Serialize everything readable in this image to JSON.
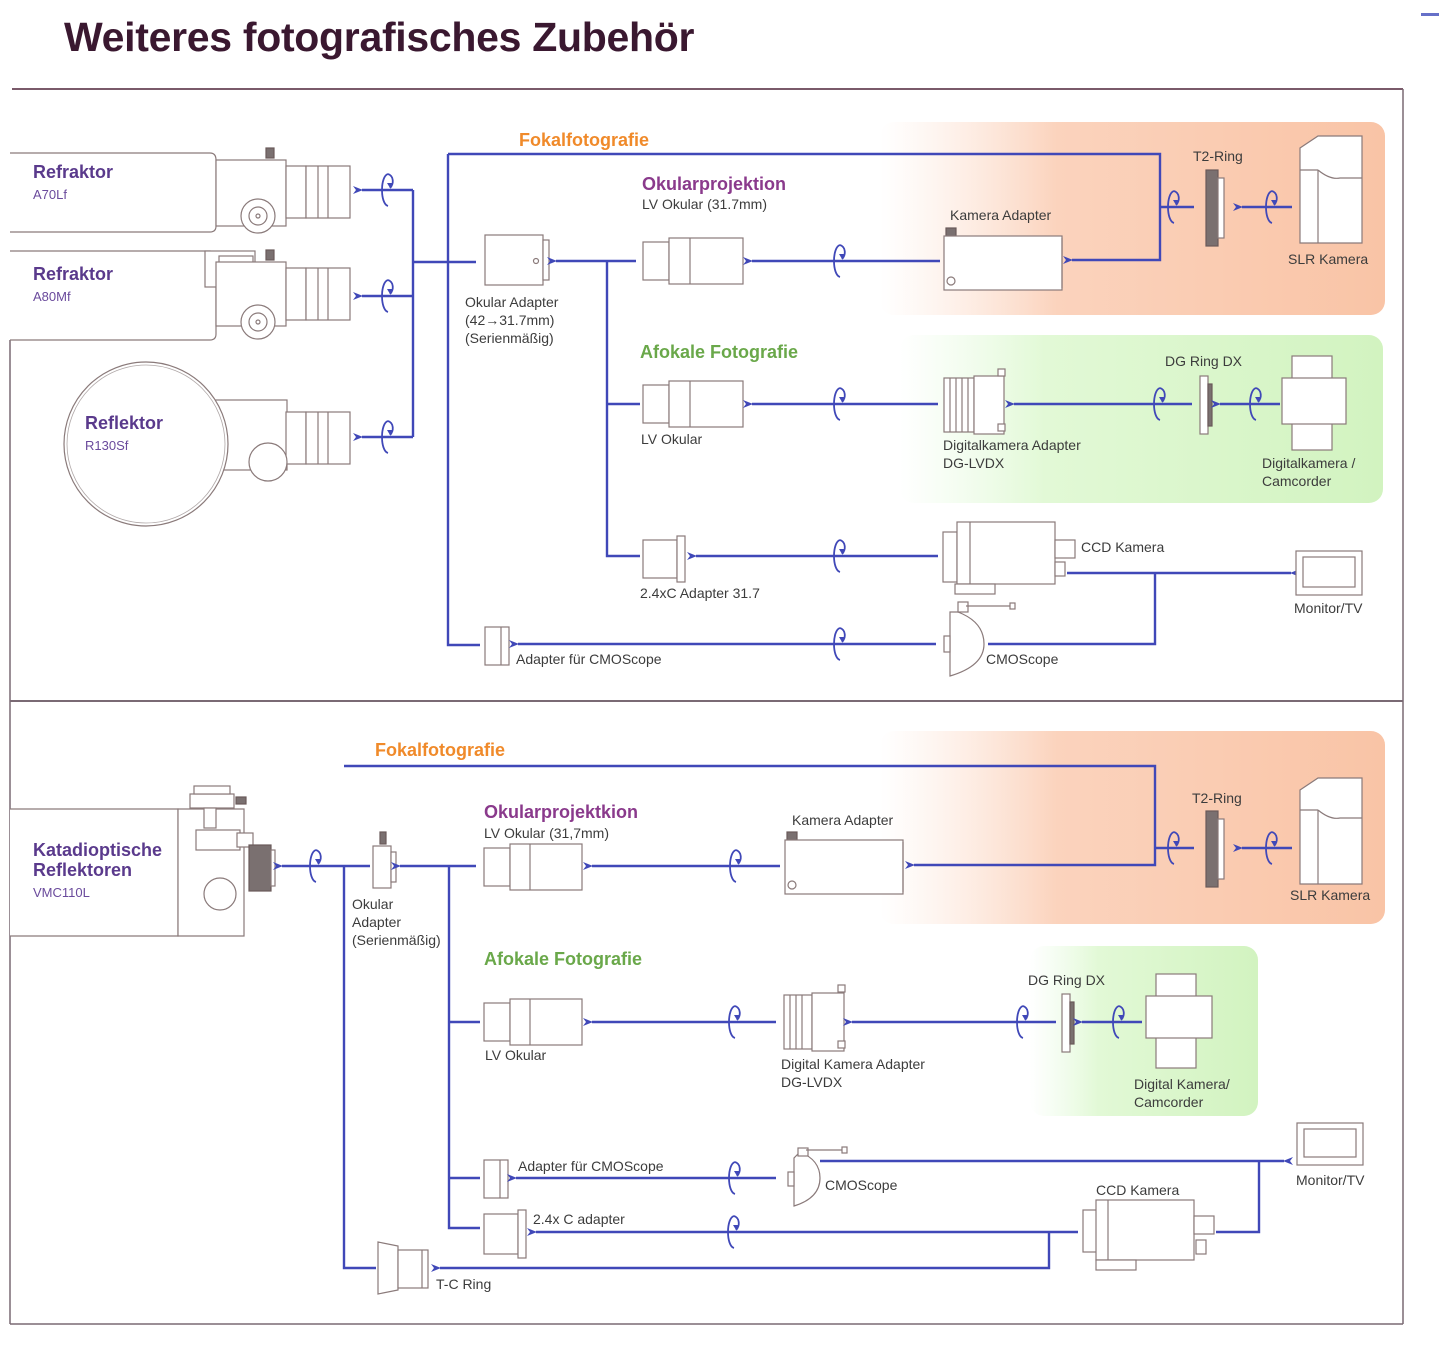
{
  "title": "Weiteres fotografisches Zubehör",
  "colors": {
    "title": "#3a1830",
    "line": "#4048b8",
    "fokal_heading": "#f08a2a",
    "okular_heading": "#8a3a8c",
    "afokal_heading": "#6aa84a",
    "telescope_text": "#5a3a8c",
    "fokal_bg": "#f9c9ad",
    "afokal_bg": "#d8f5c8"
  },
  "top_section": {
    "telescopes": [
      {
        "name": "Refraktor",
        "model": "A70Lf"
      },
      {
        "name": "Refraktor",
        "model": "A80Mf"
      },
      {
        "name": "Reflektor",
        "model": "R130Sf"
      }
    ],
    "fokal": {
      "heading": "Fokalfotografie",
      "t2_ring": "T2-Ring",
      "slr": "SLR Kamera"
    },
    "okular_adapter": [
      "Okular Adapter",
      "(42→31.7mm)",
      "(Serienmäßig)"
    ],
    "okularprojektion": {
      "heading": "Okularprojektion",
      "eyepiece": "LV Okular (31.7mm)",
      "camera_adapter": "Kamera Adapter"
    },
    "afokal": {
      "heading": "Afokale Fotografie",
      "eyepiece": "LV Okular",
      "adapter": [
        "Digitalkamera Adapter",
        "DG-LVDX"
      ],
      "ring": "DG Ring DX",
      "camera": [
        "Digitalkamera /",
        "Camcorder"
      ]
    },
    "ccd": {
      "adapter": "2.4xC Adapter 31.7",
      "camera": "CCD Kamera"
    },
    "monitor": "Monitor/TV",
    "cmos": {
      "adapter": "Adapter für CMOScope",
      "camera": "CMOScope"
    }
  },
  "bottom_section": {
    "telescope": {
      "name": [
        "Katadioptische",
        "Reflektoren"
      ],
      "model": "VMC110L"
    },
    "fokal": {
      "heading": "Fokalfotografie",
      "t2_ring": "T2-Ring",
      "slr": "SLR Kamera"
    },
    "okular_adapter": [
      "Okular",
      "Adapter",
      "(Serienmäßig)"
    ],
    "okularprojektion": {
      "heading": "Okularprojektkion",
      "eyepiece": "LV Okular (31,7mm)",
      "camera_adapter": "Kamera Adapter"
    },
    "afokal": {
      "heading": "Afokale Fotografie",
      "eyepiece": "LV Okular",
      "adapter": [
        "Digital Kamera Adapter",
        "DG-LVDX"
      ],
      "ring": "DG Ring DX",
      "camera": [
        "Digital Kamera/",
        "Camcorder"
      ]
    },
    "cmos": {
      "adapter": "Adapter für CMOScope",
      "camera": "CMOScope"
    },
    "monitor": "Monitor/TV",
    "ccd": {
      "adapter": "2.4x C adapter",
      "camera": "CCD Kamera"
    },
    "tc_ring": "T-C Ring"
  }
}
